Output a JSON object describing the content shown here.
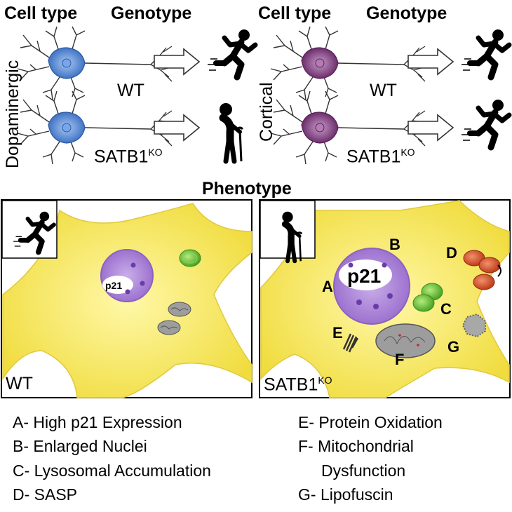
{
  "headers": {
    "left_cell_type": "Cell type",
    "left_genotype": "Genotype",
    "right_cell_type": "Cell type",
    "right_genotype": "Genotype",
    "phenotype": "Phenotype"
  },
  "rows": {
    "left_side_label": "Dopaminergic",
    "right_side_label": "Cortical",
    "wt_label": "WT",
    "ko_label_base": "SATB1",
    "ko_label_sup": "KO"
  },
  "panels": {
    "wt_label": "WT",
    "ko_label_base": "SATB1",
    "ko_label_sup": "KO",
    "p21_small": "p21",
    "p21_large": "p21",
    "letters": {
      "A": "A",
      "B": "B",
      "C": "C",
      "D": "D",
      "E": "E",
      "F": "F",
      "G": "G"
    }
  },
  "legend": {
    "a": "A- High p21 Expression",
    "b": "B- Enlarged Nuclei",
    "c": "C- Lysosomal Accumulation",
    "d": "D- SASP",
    "e": "E- Protein Oxidation",
    "f1": "F- Mitochondrial",
    "f2": "Dysfunction",
    "g": "G- Lipofuscin"
  },
  "colors": {
    "dopaminergic_neuron": "#5b8fd8",
    "cortical_neuron": "#8e4a8c",
    "cell_body": "#f7ec5a",
    "nucleus": "#b48fd6",
    "lysosome": "#6cc23a",
    "sasp": "#d9532b",
    "mitochondria": "#9a9a9a"
  }
}
